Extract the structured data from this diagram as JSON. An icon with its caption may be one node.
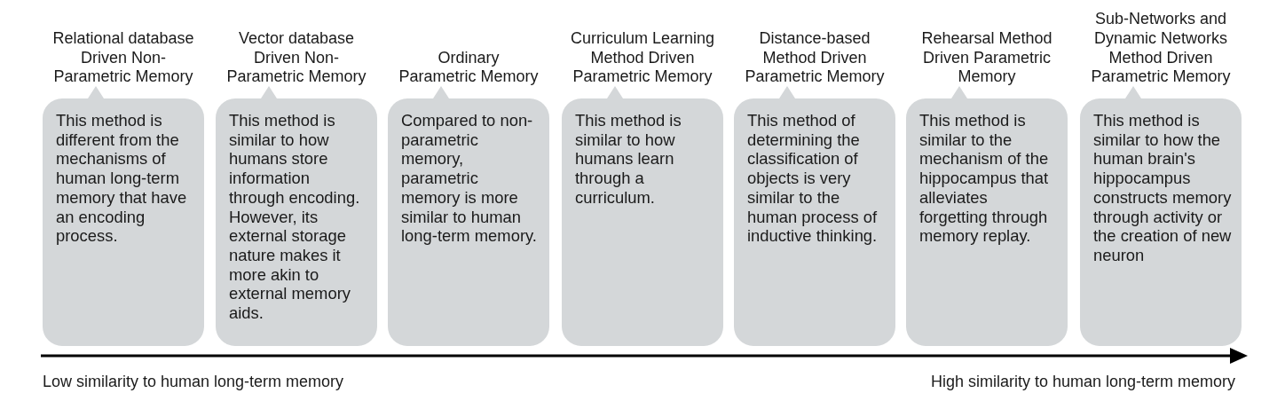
{
  "diagram": {
    "nodes": [
      {
        "text": [
          "Relational database Driven Non-Parametric Memory",
          "This method is different from the mechanisms of human long-term memory that have an encoding process."
        ]
      },
      {
        "text": [
          "Vector database Driven Non-Parametric Memory",
          "This method is similar to how humans store information through encoding. However, its external storage nature makes it more akin to external memory aids."
        ]
      },
      {
        "text": [
          "Ordinary Parametric Memory",
          "Compared to non-parametric memory, parametric memory is more similar to human long-term memory."
        ]
      },
      {
        "text": [
          "Curriculum Learning Method Driven Parametric Memory",
          "This method is similar to how humans learn through a curriculum."
        ]
      },
      {
        "text": [
          "Distance-based Method Driven Parametric Memory",
          "This method of determining the classification of objects is very similar to the human process of inductive thinking."
        ]
      },
      {
        "text": [
          "Rehearsal Method Driven Parametric Memory",
          "This method is similar to the mechanism of the hippocampus that alleviates forgetting through memory replay."
        ]
      },
      {
        "text": [
          "Sub-Networks and Dynamic Networks Method Driven Parametric Memory",
          "This method is similar to how the human brain's hippocampus constructs memory through activity or the creation of new neuron"
        ]
      }
    ],
    "labels": [
      "Low similarity to human long-term memory",
      "High similarity to human long-term memory"
    ]
  }
}
